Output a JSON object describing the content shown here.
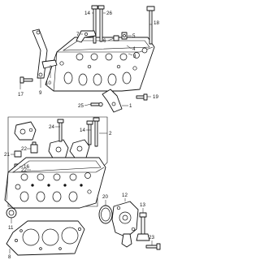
{
  "diagram": {
    "callouts": {
      "c1a": "14",
      "c2a": "26",
      "c3a": "18",
      "c4a": "7",
      "c5a": "6",
      "c6a": "5",
      "c7a": "4",
      "c8a": "3",
      "c9a": "17",
      "c10a": "10",
      "c11a": "9",
      "c12a": "25",
      "c13a": "1",
      "c14a": "19",
      "c15": "24",
      "c16": "14",
      "c17": "2",
      "c18": "22",
      "c19": "21",
      "c20": "22",
      "c21": "16",
      "c22": "11",
      "c23": "20",
      "c24": "12",
      "c25": "13",
      "c26": "23",
      "c27": "8"
    }
  }
}
